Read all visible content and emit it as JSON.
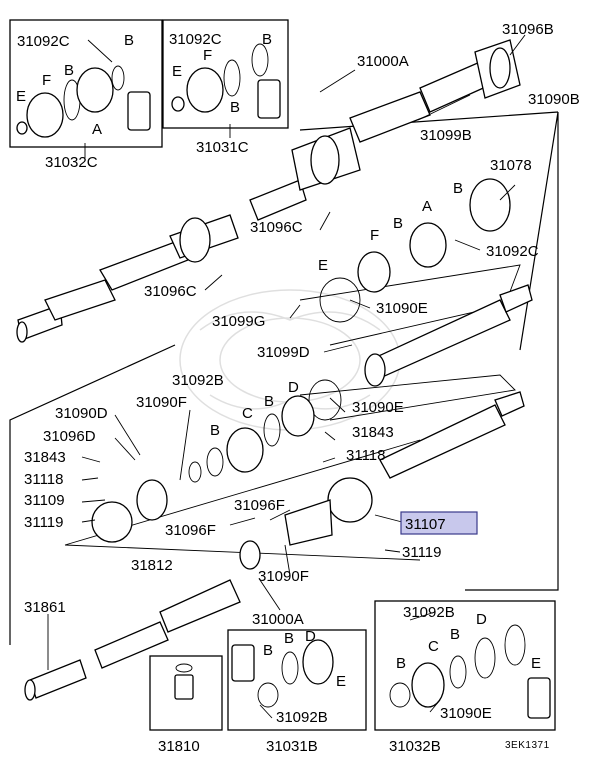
{
  "diagram": {
    "labels": {
      "l31092c_tl": "31092C",
      "l_b1": "B",
      "l_f1": "F",
      "l_b2": "B",
      "l_e1": "E",
      "l_a1": "A",
      "l31032c": "31032C",
      "l31092c_tm": "31092C",
      "l_f2": "F",
      "l_b3": "B",
      "l_e2": "E",
      "l_b4": "B",
      "l31031c": "31031C",
      "l31096b": "31096B",
      "l31000a_top": "31000A",
      "l31090b": "31090B",
      "l31099b": "31099B",
      "l31078": "31078",
      "l_b5": "B",
      "l_b6": "B",
      "l_a2": "A",
      "l_f3": "F",
      "l31092c_r": "31092C",
      "l31096c_1": "31096C",
      "l_e3": "E",
      "l31096c_2": "31096C",
      "l31099g": "31099G",
      "l31090e_1": "31090E",
      "l31099d": "31099D",
      "l31092b_m": "31092B",
      "l_d1": "D",
      "l31090e_2": "31090E",
      "l31090d": "31090D",
      "l31090f_1": "31090F",
      "l_c1": "C",
      "l_b7": "B",
      "l_b8": "B",
      "l31096d": "31096D",
      "l31843_l": "31843",
      "l31843_r": "31843",
      "l31118_l": "31118",
      "l31118_r": "31118",
      "l31109": "31109",
      "l31119_l": "31119",
      "l31096f_1": "31096F",
      "l31096f_2": "31096F",
      "l31107": "31107",
      "l31119_r": "31119",
      "l31812": "31812",
      "l31090f_2": "31090F",
      "l31861": "31861",
      "l31000a_bot": "31000A",
      "l31092b_bm": "31092B",
      "l31092b_br": "31092B",
      "l_b9": "B",
      "l_b10": "B",
      "l_d2": "D",
      "l_e4": "E",
      "l_b11": "B",
      "l_c2": "C",
      "l_b12": "B",
      "l_d3": "D",
      "l_e5": "E",
      "l31090e_3": "31090E",
      "l31810": "31810",
      "l31031b": "31031B",
      "l31032b": "31032B",
      "code": "3EK1371"
    },
    "highlight_color": "#c8c8ec",
    "highlight_border": "#3a3a8a"
  }
}
